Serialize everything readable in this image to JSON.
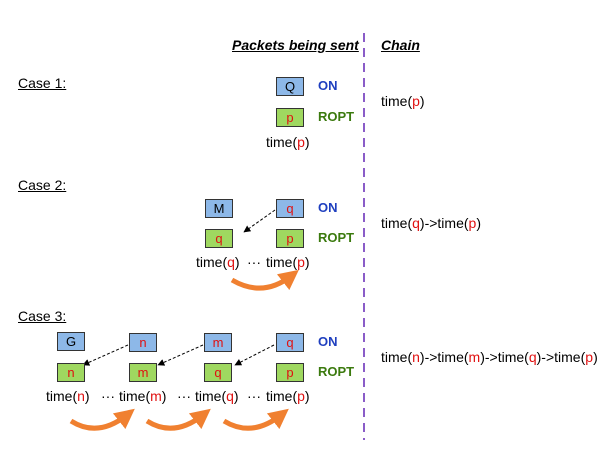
{
  "headers": {
    "packets": "Packets being sent",
    "chain": "Chain"
  },
  "cases": [
    {
      "label": "Case 1:",
      "on_boxes": [
        "Q"
      ],
      "ropt_boxes": [
        "p"
      ],
      "time_parts": [
        [
          "time(",
          "p",
          ")"
        ]
      ],
      "chain": [
        [
          "time(",
          "p",
          ")"
        ]
      ]
    },
    {
      "label": "Case 2:",
      "on_boxes": [
        "M",
        "q"
      ],
      "ropt_boxes": [
        "q",
        "p"
      ],
      "time_parts": [
        [
          "time(",
          "q",
          ")"
        ],
        [
          "time(",
          "p",
          ")"
        ]
      ],
      "chain": [
        [
          "time(",
          "q",
          ")->"
        ],
        [
          "time(",
          "p",
          ")"
        ]
      ]
    },
    {
      "label": "Case 3:",
      "on_boxes": [
        "G",
        "n",
        "m",
        "q"
      ],
      "ropt_boxes": [
        "n",
        "m",
        "q",
        "p"
      ],
      "time_parts": [
        [
          "time(",
          "n",
          ")"
        ],
        [
          "time(",
          "m",
          ")"
        ],
        [
          "time(",
          "q",
          ")"
        ],
        [
          "time(",
          "p",
          ")"
        ]
      ],
      "chain": [
        [
          "time(",
          "n",
          ")->"
        ],
        [
          "time(",
          "m",
          ")->"
        ],
        [
          "time(",
          "q",
          ")->"
        ],
        [
          "time(",
          "p",
          ")"
        ]
      ]
    }
  ],
  "labels": {
    "on": "ON",
    "ropt": "ROPT",
    "ellipsis": "···"
  },
  "colors": {
    "on_box": "#8db8e8",
    "ropt_box": "#9fd860",
    "on_label": "#1f3fbf",
    "ropt_label": "#3b7a0e",
    "letter": "#e01010",
    "divider": "#8a5cc8",
    "arrow": "#f08030"
  }
}
